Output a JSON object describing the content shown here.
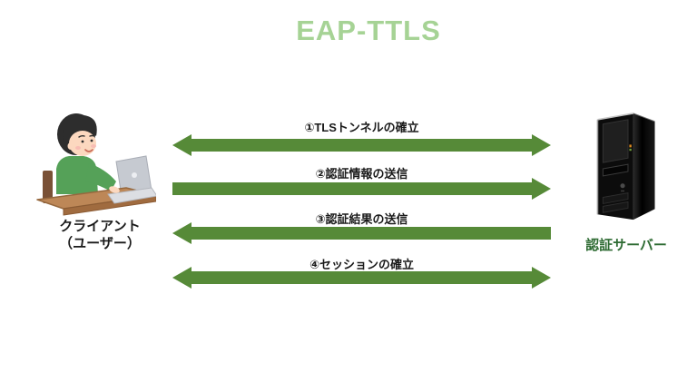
{
  "title": "EAP-TTLS",
  "colors": {
    "title_green": "#a6d395",
    "arrow_green": "#568a38",
    "server_label_green": "#2e6b33",
    "label_black": "#1a1a1a"
  },
  "client": {
    "label": "クライアント\n（ユーザー）",
    "label_line1": "クライアント",
    "label_line2": "（ユーザー）"
  },
  "server": {
    "label": "認証サーバー"
  },
  "messages": [
    {
      "step": 1,
      "label": "①TLSトンネルの確立",
      "direction": "both"
    },
    {
      "step": 2,
      "label": "②認証情報の送信",
      "direction": "right"
    },
    {
      "step": 3,
      "label": "③認証結果の送信",
      "direction": "left"
    },
    {
      "step": 4,
      "label": "④セッションの確立",
      "direction": "both"
    }
  ]
}
